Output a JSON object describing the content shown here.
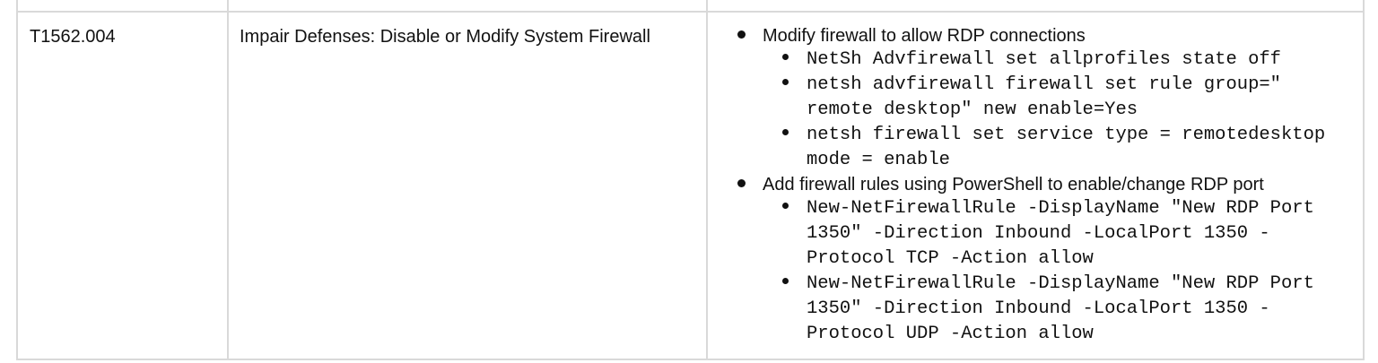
{
  "row": {
    "technique_id": "T1562.004",
    "technique_name": "Impair Defenses: Disable or Modify System Firewall",
    "procedures": [
      {
        "text": "Modify firewall to allow RDP connections",
        "commands": [
          "NetSh Advfirewall set allprofiles state off",
          "netsh advfirewall firewall set rule group=\" remote desktop\" new enable=Yes",
          "netsh firewall set service type = remotedesktop mode = enable"
        ]
      },
      {
        "text": "Add firewall rules using PowerShell to enable/change RDP port",
        "commands": [
          "New-NetFirewallRule -DisplayName \"New RDP Port 1350\" -Direction Inbound -LocalPort 1350 -Protocol TCP -Action allow",
          "New-NetFirewallRule -DisplayName \"New RDP Port 1350\" -Direction Inbound -LocalPort 1350 -Protocol UDP -Action allow"
        ]
      }
    ]
  }
}
